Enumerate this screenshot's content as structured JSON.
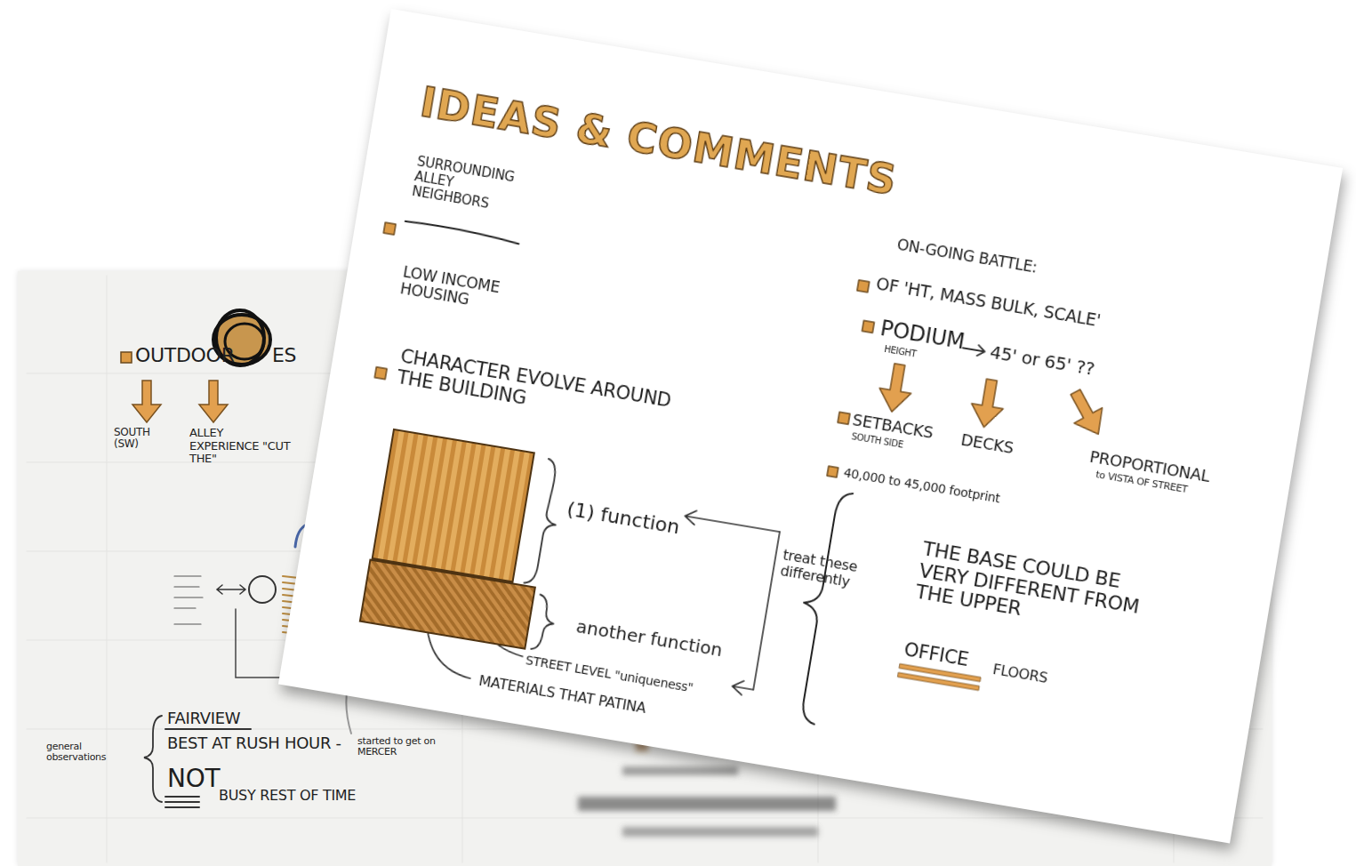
{
  "diagram": {
    "title": "IDEAS & COMMENTS",
    "nodes": [
      {
        "text": [
          "(1) function"
        ]
      },
      {
        "text": [
          "another function"
        ]
      }
    ],
    "labels": [
      "OUTDOOR",
      "ES",
      "SOUTH (SW)",
      "ALLEY EXPERIENCE \"CUT THE\"",
      "FAIRVIEW",
      "BEST AT RUSH HOUR -",
      "started to get on MERCER",
      "NOT",
      "BUSY REST OF TIME",
      "general observations",
      "SURROUNDING ALLEY NEIGHBORS",
      "LOW INCOME HOUSING",
      "CHARACTER EVOLVE AROUND THE BUILDING",
      "treat these differently",
      "STREET LEVEL \"uniqueness\"",
      "MATERIALS THAT PATINA",
      "ON-GOING BATTLE:",
      "OF 'HT, MASS BULK, SCALE'",
      "PODIUM",
      "HEIGHT",
      "45' or 65' ??",
      "SETBACKS",
      "SOUTH SIDE",
      "DECKS",
      "PROPORTIONAL",
      "to VISTA OF STREET",
      "40,000 to 45,000 footprint",
      "THE BASE COULD BE VERY DIFFERENT FROM THE UPPER",
      "OFFICE",
      "FLOORS"
    ]
  }
}
